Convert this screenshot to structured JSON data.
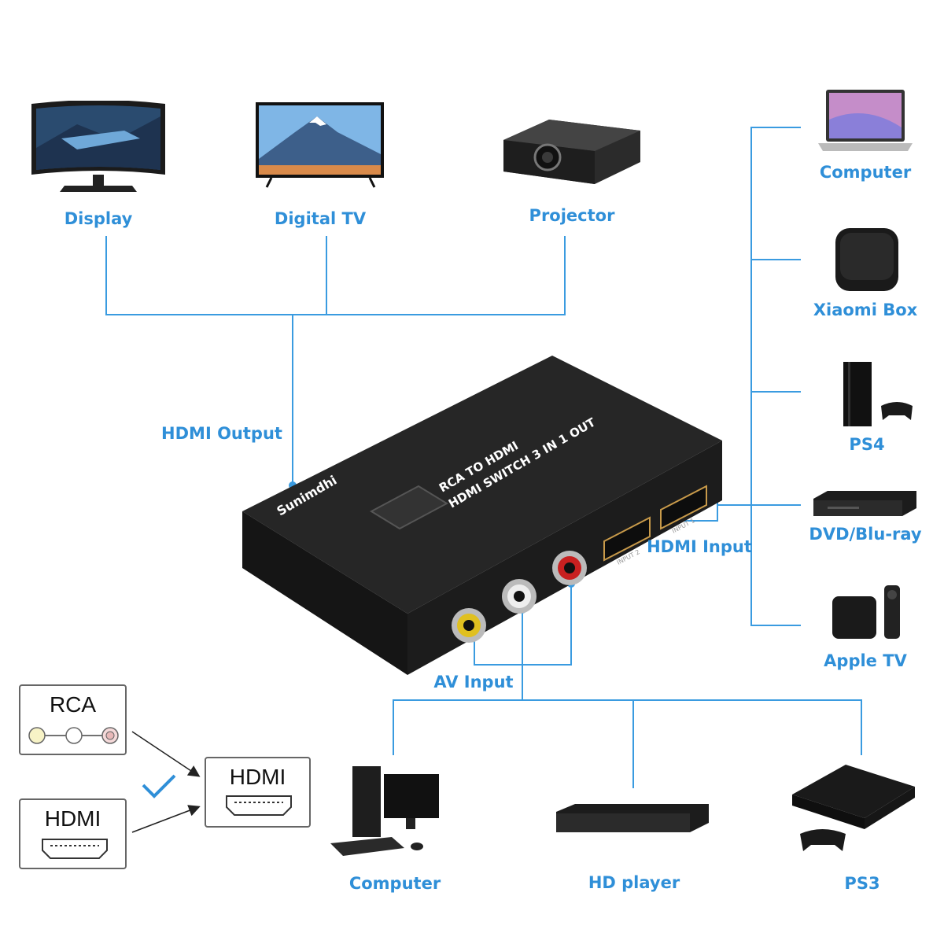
{
  "output_devices": [
    {
      "label": "Display"
    },
    {
      "label": "Digital TV"
    },
    {
      "label": "Projector"
    }
  ],
  "hdmi_output_label": "HDMI Output",
  "hdmi_input_label": "HDMI Input",
  "av_input_label": "AV Input",
  "hdmi_sources": [
    {
      "label": "Computer"
    },
    {
      "label": "Xiaomi Box"
    },
    {
      "label": "PS4"
    },
    {
      "label": "DVD/Blu-ray"
    },
    {
      "label": "Apple TV"
    }
  ],
  "av_sources": [
    {
      "label": "Computer"
    },
    {
      "label": "HD player"
    },
    {
      "label": "PS3"
    }
  ],
  "device": {
    "brand": "Sunimdhi",
    "model_line1": "RCA TO HDMI",
    "model_line2": "HDMI SWITCH 3 IN 1 OUT",
    "port1": "INPUT 1",
    "port2": "INPUT 2"
  },
  "legend": {
    "rca_label": "RCA",
    "hdmi_label": "HDMI",
    "target_label": "HDMI"
  },
  "colors": {
    "line": "#3a9be0",
    "label": "#2f8fd8",
    "device_body": "#1e1e1e",
    "check": "#2f8fd8"
  }
}
